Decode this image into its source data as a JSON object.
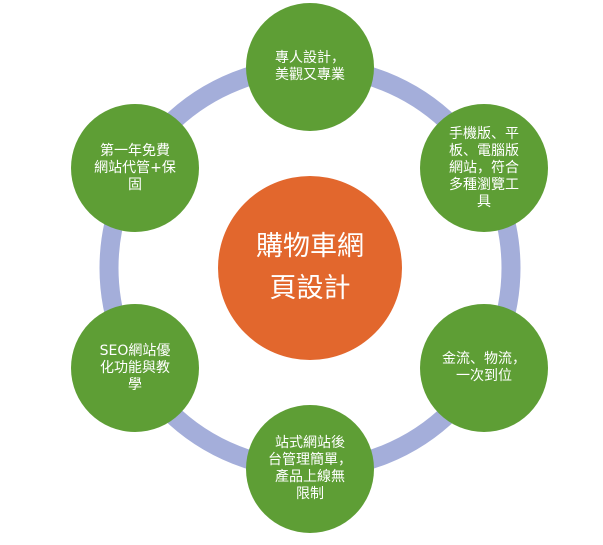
{
  "center": {
    "lines": [
      "購物車網",
      "頁設計"
    ]
  },
  "nodes": [
    {
      "lines": [
        "專人設計，",
        "美觀又專業"
      ]
    },
    {
      "lines": [
        "手機版、平",
        "板、電腦版",
        "網站，符合",
        "多種瀏覽工",
        "具"
      ]
    },
    {
      "lines": [
        "金流、物流，",
        "一次到位"
      ]
    },
    {
      "lines": [
        "站式網站後",
        "台管理簡單，",
        "產品上線無",
        "限制"
      ]
    },
    {
      "lines": [
        "SEO網站優",
        "化功能與教",
        "學"
      ]
    },
    {
      "lines": [
        "第一年免費",
        "網站代管+保",
        "固"
      ]
    }
  ],
  "colors": {
    "node": "#5E9E35",
    "center": "#E2672D",
    "ring": "#A4AEDA"
  }
}
